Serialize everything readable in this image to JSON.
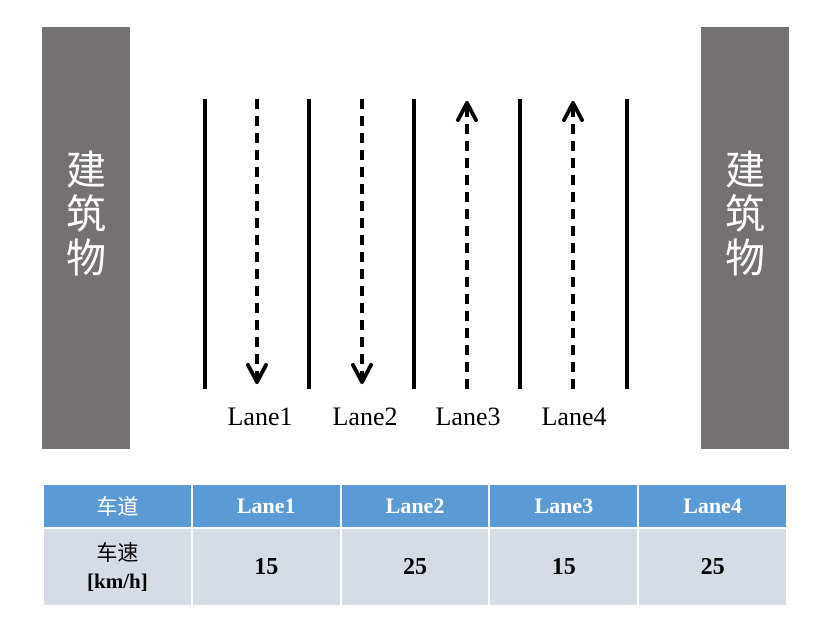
{
  "buildings": {
    "left_label": [
      "建",
      "筑",
      "物"
    ],
    "right_label": [
      "建",
      "筑",
      "物"
    ],
    "color": "#767171"
  },
  "road": {
    "lanes": [
      {
        "label": "Lane1",
        "direction": "down"
      },
      {
        "label": "Lane2",
        "direction": "down"
      },
      {
        "label": "Lane3",
        "direction": "up"
      },
      {
        "label": "Lane4",
        "direction": "up"
      }
    ]
  },
  "table": {
    "header_label": "车道",
    "columns": [
      "Lane1",
      "Lane2",
      "Lane3",
      "Lane4"
    ],
    "row_label_line1": "车速",
    "row_label_line2": "[km/h]",
    "speeds": [
      "15",
      "25",
      "15",
      "25"
    ],
    "header_color": "#5b9bd5",
    "cell_color": "#d6dce5"
  }
}
